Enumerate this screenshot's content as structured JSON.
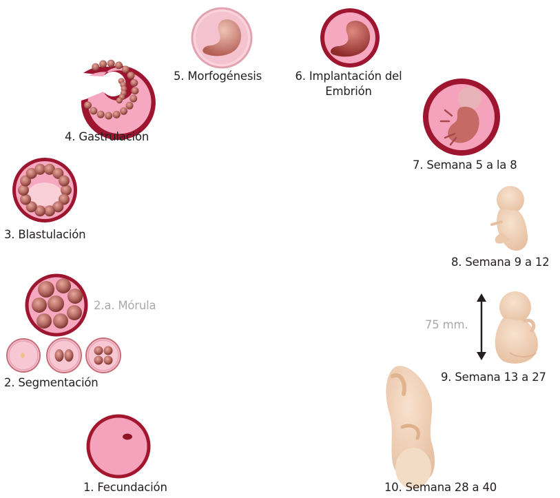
{
  "stages": [
    {
      "id": "fecundacion",
      "label": "1. Fecundación"
    },
    {
      "id": "segmentacion",
      "label": "2. Segmentación"
    },
    {
      "id": "morula",
      "label": "2.a. Mórula"
    },
    {
      "id": "blastulacion",
      "label": "3. Blastulación"
    },
    {
      "id": "gastrulacion",
      "label": "4. Gastrulación"
    },
    {
      "id": "morfogenesis",
      "label": "5. Morfogénesis"
    },
    {
      "id": "implantacion",
      "label_line1": "6. Implantación del",
      "label_line2": "Embrión"
    },
    {
      "id": "semana-5-8",
      "label": "7. Semana 5 a la 8"
    },
    {
      "id": "semana-9-12",
      "label": "8. Semana 9 a 12"
    },
    {
      "id": "semana-13-27",
      "label": "9. Semana 13 a 27"
    },
    {
      "id": "semana-28-40",
      "label": "10. Semana 28 a 40"
    }
  ],
  "measure": {
    "label": "75 mm."
  },
  "colors": {
    "membrane_dark": "#a3162e",
    "cell_pink": "#f4a9bf",
    "cell_light": "#f9cfd8",
    "embryo": "#c97a6e",
    "fetus_skin": "#f2d2b6",
    "arrow": "#231f20"
  }
}
